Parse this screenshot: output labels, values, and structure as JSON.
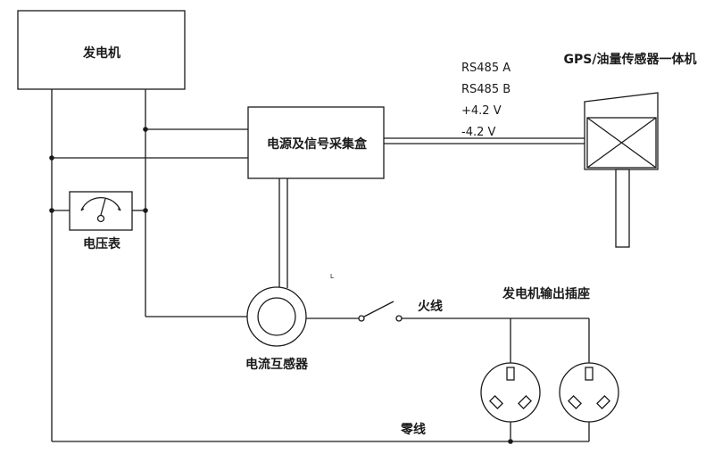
{
  "labels": {
    "generator": "发电机",
    "voltmeter": "电压表",
    "collector_box": "电源及信号采集盒",
    "current_transformer": "电流互感器",
    "live_wire": "火线",
    "neutral_wire": "零线",
    "output_sockets": "发电机输出插座",
    "sensor": "GPS/油量传感器一体机",
    "mark": "L"
  },
  "signals": [
    "RS485 A",
    "RS485 B",
    "+4.2 V",
    "-4.2 V"
  ],
  "colors": {
    "line": "#1a1a1a",
    "background": "#ffffff"
  }
}
